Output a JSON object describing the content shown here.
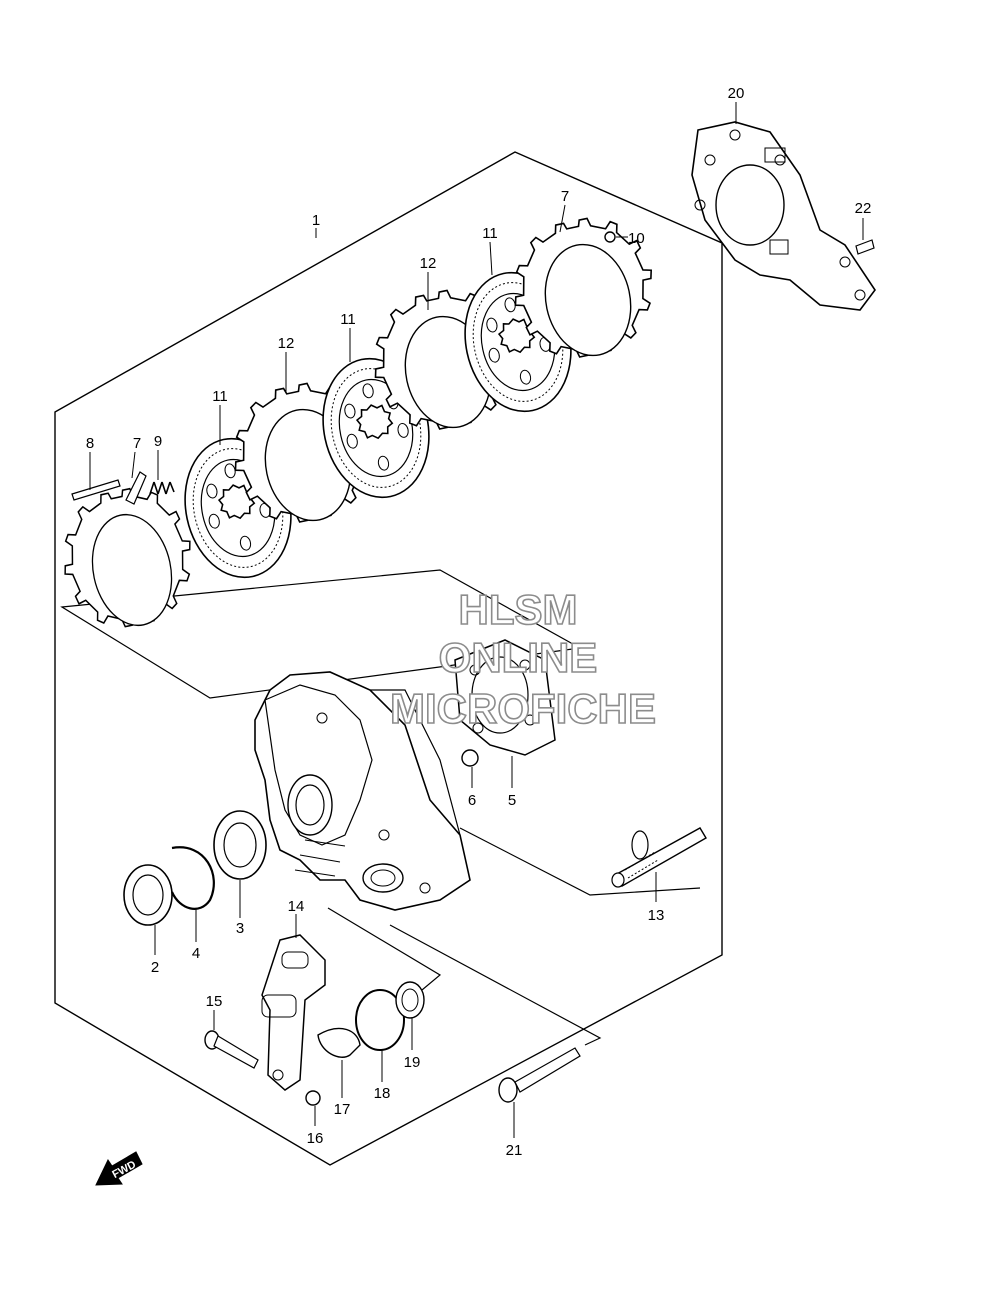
{
  "watermark": {
    "line1": "HLSM",
    "line2": "ONLINE",
    "line3": "MICROFICHE"
  },
  "fwd_label": "FWD",
  "callouts": [
    {
      "id": "c1",
      "label": "1"
    },
    {
      "id": "c2",
      "label": "2"
    },
    {
      "id": "c3",
      "label": "3"
    },
    {
      "id": "c4",
      "label": "4"
    },
    {
      "id": "c5",
      "label": "5"
    },
    {
      "id": "c6",
      "label": "6"
    },
    {
      "id": "c7a",
      "label": "7"
    },
    {
      "id": "c7b",
      "label": "7"
    },
    {
      "id": "c8",
      "label": "8"
    },
    {
      "id": "c9",
      "label": "9"
    },
    {
      "id": "c10",
      "label": "10"
    },
    {
      "id": "c11a",
      "label": "11"
    },
    {
      "id": "c11b",
      "label": "11"
    },
    {
      "id": "c11c",
      "label": "11"
    },
    {
      "id": "c12a",
      "label": "12"
    },
    {
      "id": "c12b",
      "label": "12"
    },
    {
      "id": "c13",
      "label": "13"
    },
    {
      "id": "c14",
      "label": "14"
    },
    {
      "id": "c15",
      "label": "15"
    },
    {
      "id": "c16",
      "label": "16"
    },
    {
      "id": "c17",
      "label": "17"
    },
    {
      "id": "c18",
      "label": "18"
    },
    {
      "id": "c19",
      "label": "19"
    },
    {
      "id": "c20",
      "label": "20"
    },
    {
      "id": "c21",
      "label": "21"
    },
    {
      "id": "c22",
      "label": "22"
    }
  ]
}
